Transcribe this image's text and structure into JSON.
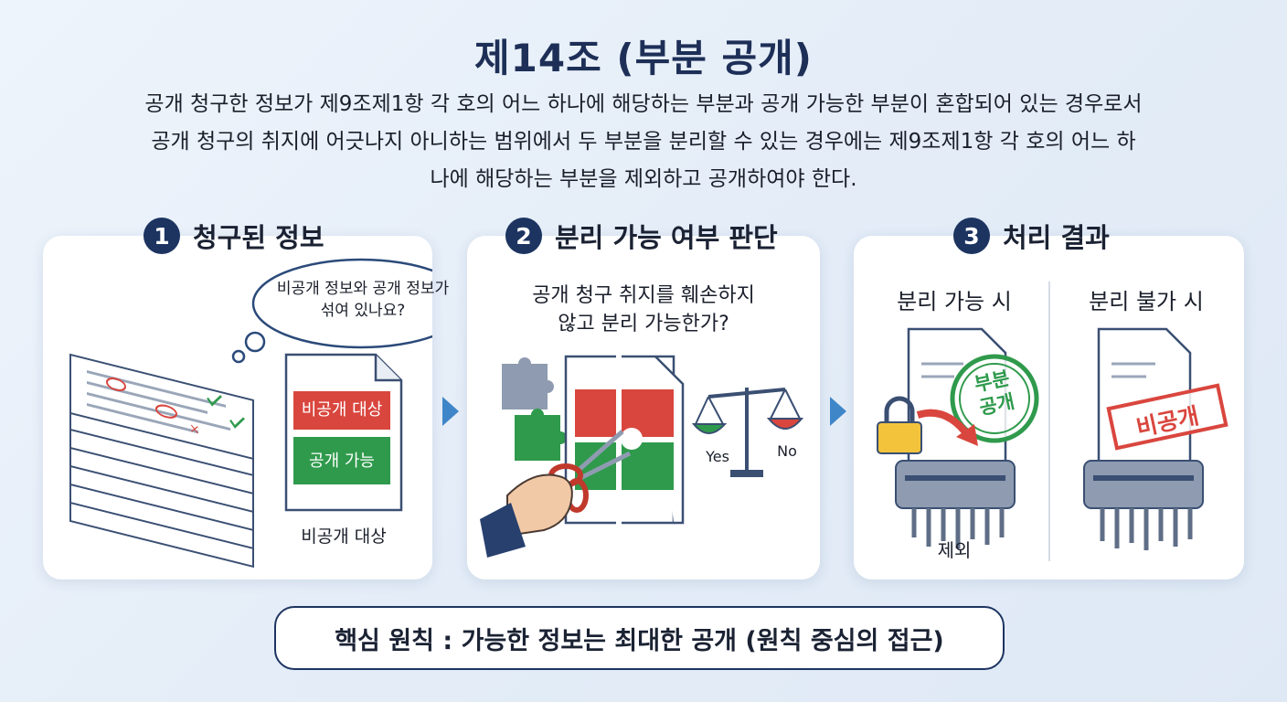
{
  "title": "제14조 (부분 공개)",
  "description": {
    "line1": "공개 청구한 정보가 제9조제1항 각 호의 어느 하나에 해당하는 부분과 공개 가능한 부분이 혼합되어 있는 경우로서",
    "line2": "공개 청구의 취지에 어긋나지 아니하는 범위에서 두 부분을 분리할 수 있는 경우에는 제9조제1항 각 호의 어느 하",
    "line3": "나에 해당하는 부분을 제외하고 공개하여야 한다."
  },
  "steps": [
    {
      "number": "1",
      "title": "청구된 정보",
      "bubble_line1": "비공개 정보와 공개 정보가",
      "bubble_line2": "섞여 있나요?",
      "doc_label_top": "비공개 대상",
      "doc_label_bottom": "공개 가능",
      "caption": "비공개 대상"
    },
    {
      "number": "2",
      "title": "분리 가능 여부 판단",
      "question_line1": "공개 청구 취지를 훼손하지",
      "question_line2": "않고 분리 가능한가?",
      "scale_yes": "Yes",
      "scale_no": "No"
    },
    {
      "number": "3",
      "title": "처리 결과",
      "left_title": "분리 가능 시",
      "left_stamp_line1": "부분",
      "left_stamp_line2": "공개",
      "left_caption": "제외",
      "right_title": "분리 불가 시",
      "right_stamp": "비공개"
    }
  ],
  "principle": "핵심 원칙 : 가능한 정보는 최대한 공개 (원칙 중심의 접근)",
  "colors": {
    "navy": "#1d3461",
    "red": "#d9463e",
    "green": "#2f9a4c",
    "arrow": "#3f86c8"
  }
}
